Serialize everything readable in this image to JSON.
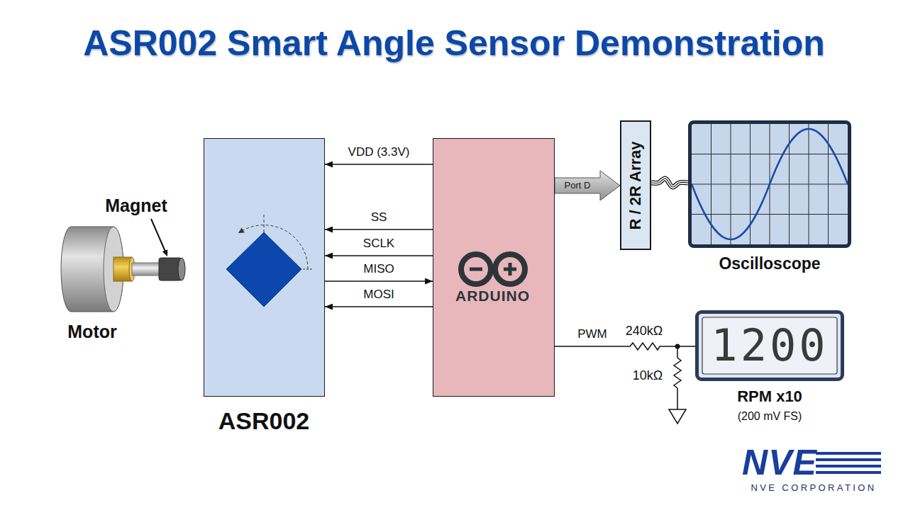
{
  "diagram": {
    "title": "ASR002 Smart Angle Sensor Demonstration",
    "nodes": [
      {
        "text": [
          "ASR002"
        ]
      },
      {
        "text": [
          "ARDUINO"
        ]
      },
      {
        "text": [
          "R / 2R Array"
        ]
      },
      {
        "text": [
          "Oscilloscope"
        ]
      },
      {
        "text": [
          "1200",
          "RPM x10",
          "(200 mV FS)"
        ]
      }
    ],
    "edges": [
      {
        "from": 1,
        "to": 0,
        "label": "VDD (3.3V)",
        "arrow": "to"
      },
      {
        "from": 1,
        "to": 0,
        "label": "SS",
        "arrow": "to"
      },
      {
        "from": 1,
        "to": 0,
        "label": "SCLK",
        "arrow": "to"
      },
      {
        "from": 0,
        "to": 1,
        "label": "MISO",
        "arrow": "to"
      },
      {
        "from": 1,
        "to": 0,
        "label": "MOSI",
        "arrow": "to"
      },
      {
        "from": 1,
        "to": 2,
        "label": "Port D",
        "arrow": "to"
      },
      {
        "from": 2,
        "to": 3,
        "arrow": "none"
      },
      {
        "from": 1,
        "to": 4,
        "label": "PWM",
        "arrow": "none"
      }
    ],
    "labels": [
      "Magnet",
      "Motor",
      "240kΩ",
      "10kΩ",
      "NVE",
      "NVE CORPORATION"
    ]
  }
}
